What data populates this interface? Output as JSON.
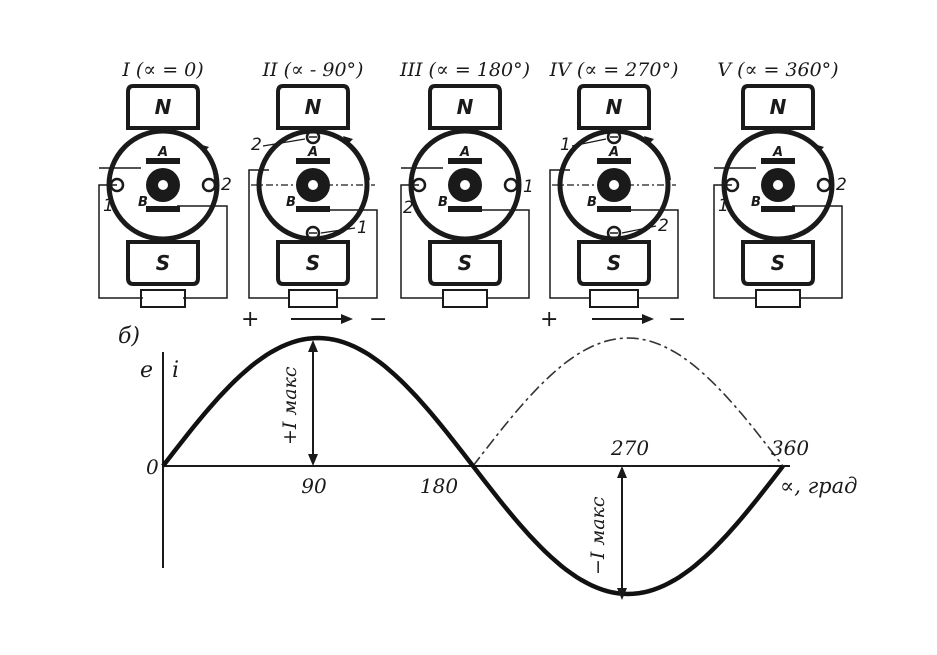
{
  "panel_label": "б)",
  "stages": [
    {
      "label": "I (∝ = 0)",
      "north": "N",
      "south": "S",
      "brush_a": "A",
      "brush_b": "B",
      "left_terminal": "1",
      "right_terminal": "2",
      "top_terminal": "",
      "bottom_terminal": "",
      "sign_left": "",
      "sign_right": "",
      "arrow": false
    },
    {
      "label": "II (∝ - 90°)",
      "north": "N",
      "south": "S",
      "brush_a": "A",
      "brush_b": "B",
      "left_terminal": "",
      "right_terminal": "",
      "top_terminal": "2",
      "bottom_terminal": "1",
      "sign_left": "+",
      "sign_right": "−",
      "arrow": true
    },
    {
      "label": "III (∝ = 180°)",
      "north": "N",
      "south": "S",
      "brush_a": "A",
      "brush_b": "B",
      "left_terminal": "2",
      "right_terminal": "1",
      "top_terminal": "",
      "bottom_terminal": "",
      "sign_left": "",
      "sign_right": "",
      "arrow": false
    },
    {
      "label": "IV (∝ = 270°)",
      "north": "N",
      "south": "S",
      "brush_a": "A",
      "brush_b": "B",
      "left_terminal": "",
      "right_terminal": "",
      "top_terminal": "1",
      "bottom_terminal": "2",
      "sign_left": "+",
      "sign_right": "−",
      "arrow": true
    },
    {
      "label": "V (∝ = 360°)",
      "north": "N",
      "south": "S",
      "brush_a": "A",
      "brush_b": "B",
      "left_terminal": "1",
      "right_terminal": "2",
      "top_terminal": "",
      "bottom_terminal": "",
      "sign_left": "",
      "sign_right": "",
      "arrow": false
    }
  ],
  "graph": {
    "y_label_e": "e",
    "y_label_i": "i",
    "origin_label": "0",
    "x_axis_label": "∝, град",
    "x_ticks": [
      "90",
      "180",
      "270",
      "360"
    ],
    "plus_imax": "+I макс",
    "minus_imax": "−I макс"
  },
  "chart_data": {
    "type": "line",
    "x_unit": "град",
    "xlim": [
      0,
      360
    ],
    "ylim": [
      -1,
      1
    ],
    "series": [
      {
        "style": "solid-thick",
        "x": [
          0,
          45,
          90,
          135,
          180,
          225,
          270,
          315,
          360
        ],
        "values": [
          0,
          0.71,
          1,
          0.71,
          0,
          -0.71,
          -1,
          -0.71,
          0
        ]
      },
      {
        "style": "dash-dot",
        "x": [
          0,
          45,
          90,
          135,
          180,
          225,
          270,
          315,
          360
        ],
        "values": [
          0,
          0.71,
          1,
          0.71,
          0,
          0.71,
          1,
          0.71,
          0
        ]
      }
    ]
  }
}
